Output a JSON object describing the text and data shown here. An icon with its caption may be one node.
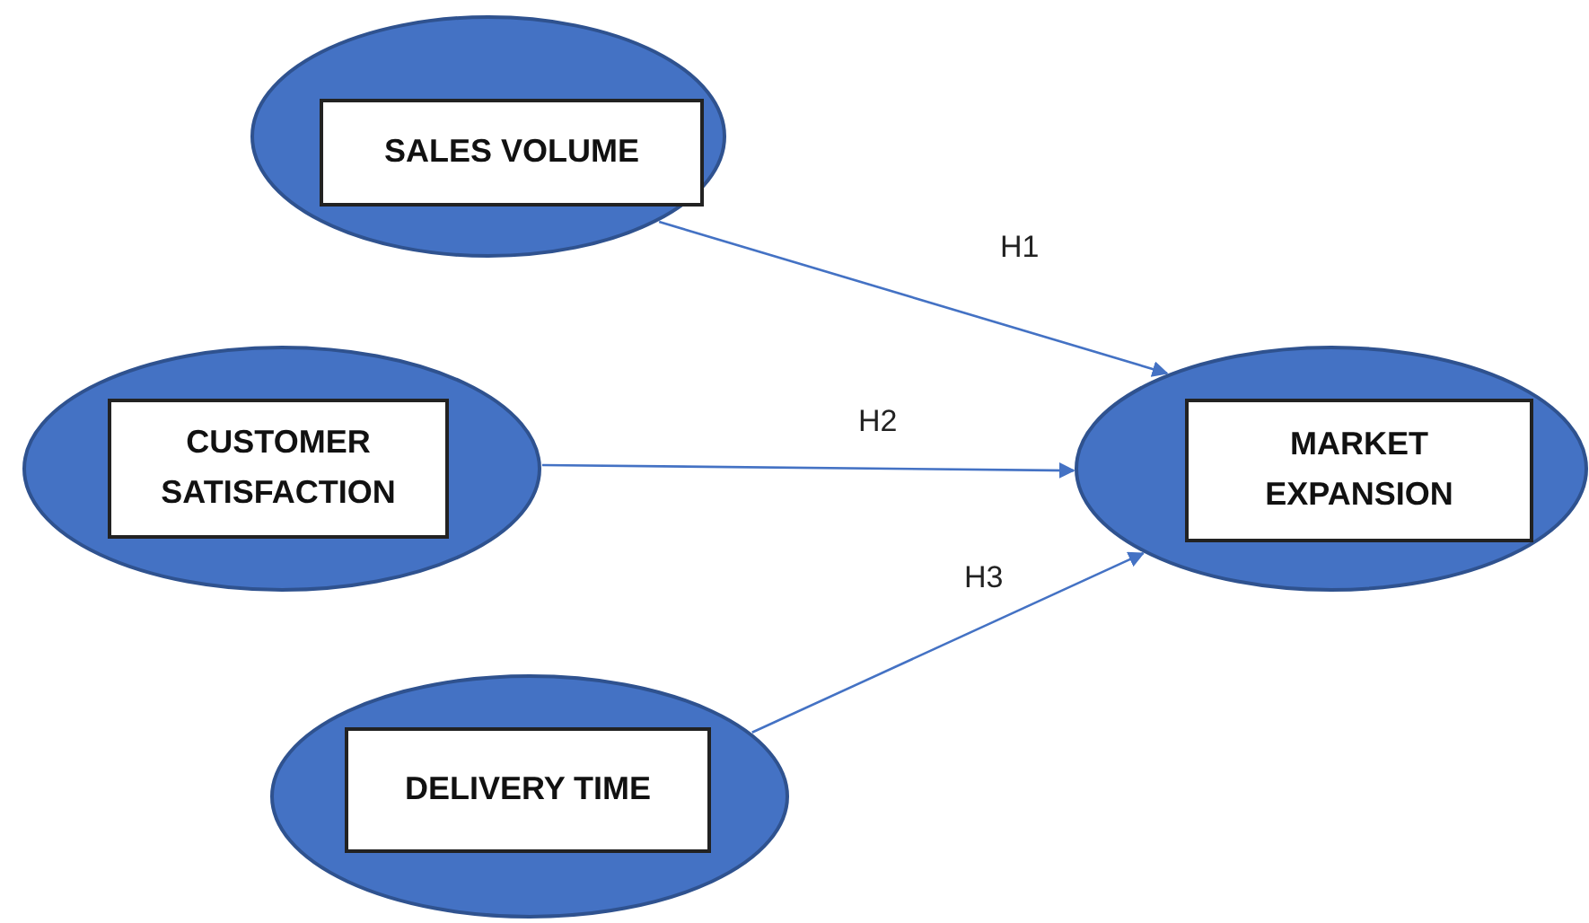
{
  "diagram": {
    "nodes": [
      {
        "text": [],
        "shape": "ellipse"
      },
      {
        "text": [
          "SALES VOLUME"
        ],
        "in": 0
      },
      {
        "text": [],
        "shape": "ellipse"
      },
      {
        "text": [
          "CUSTOMER SATISFACTION"
        ],
        "in": 2
      },
      {
        "text": [],
        "shape": "ellipse"
      },
      {
        "text": [
          "DELIVERY TIME"
        ],
        "in": 4
      },
      {
        "text": [],
        "shape": "ellipse"
      },
      {
        "text": [
          "MARKET EXPANSION"
        ],
        "in": 6
      }
    ],
    "edges": [
      {
        "from": 0,
        "to": 6,
        "arrow": "to",
        "label": "H1"
      },
      {
        "from": 2,
        "to": 6,
        "arrow": "to",
        "label": "H2"
      },
      {
        "from": 4,
        "to": 6,
        "arrow": "to",
        "label": "H3"
      }
    ]
  }
}
